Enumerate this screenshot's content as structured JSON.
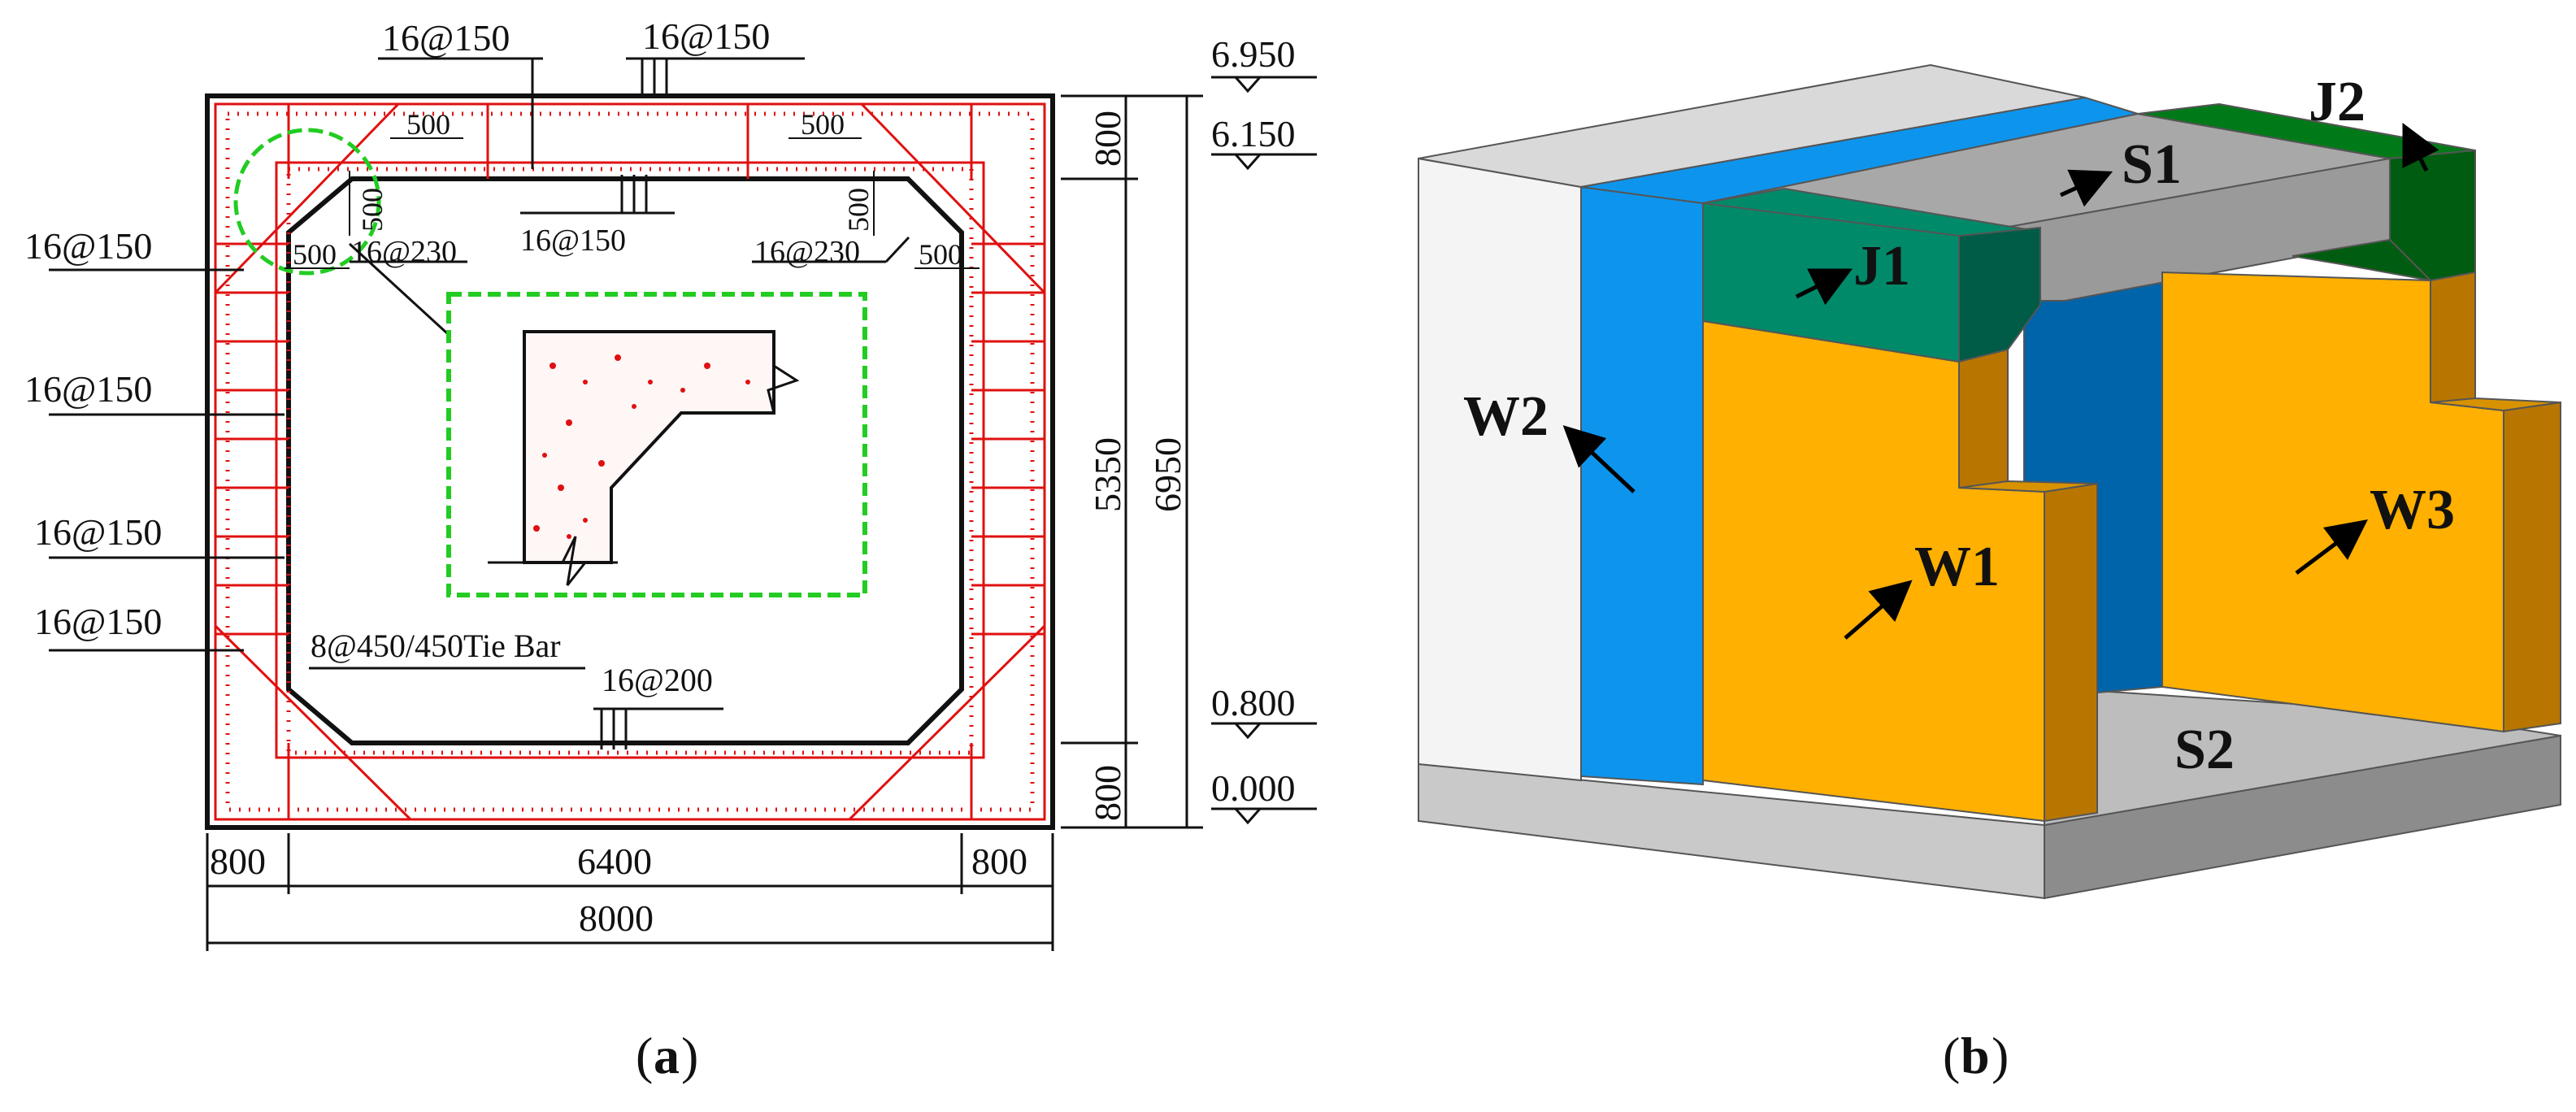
{
  "figure": {
    "panel_a": {
      "caption_open": "(",
      "caption_letter": "a",
      "caption_close": ")",
      "rebar_labels": {
        "top_left": "16@150",
        "top_right": "16@150",
        "top_inner": "16@150",
        "left_1": "16@150",
        "left_2": "16@150",
        "left_3": "16@150",
        "left_4": "16@150",
        "haunch_left": "16@230",
        "haunch_right": "16@230",
        "bottom_inner": "16@200",
        "tie_bar": "8@450/450Tie Bar"
      },
      "haunch_dims": {
        "tl_top": "500",
        "tl_side": "500",
        "tl_bottom": "500",
        "tr_top": "500",
        "tr_side": "500",
        "tr_bottom": "500"
      },
      "dimensions": {
        "left_wall": "800",
        "inner_width": "6400",
        "right_wall": "800",
        "total_width": "8000",
        "top_slab": "800",
        "inner_height": "5350",
        "bottom_slab": "800",
        "total_height": "6950"
      },
      "elevations": {
        "e1": "6.950",
        "e2": "6.150",
        "e3": "0.800",
        "e4": "0.000"
      }
    },
    "panel_b": {
      "caption_open": "(",
      "caption_letter": "b",
      "caption_close": ")",
      "labels": {
        "j1": "J1",
        "j2": "J2",
        "s1": "S1",
        "s2": "S2",
        "w1": "W1",
        "w2": "W2",
        "w3": "W3"
      },
      "colors": {
        "wall_w1_w3": "#ffb000",
        "wall_side": "#b87600",
        "wall_w2": "#0d95ee",
        "joint_j1": "#008a6a",
        "joint_j2": "#007a18",
        "slab_gray": "#a8a8a8",
        "outer_light": "#f2f2f2"
      }
    }
  }
}
